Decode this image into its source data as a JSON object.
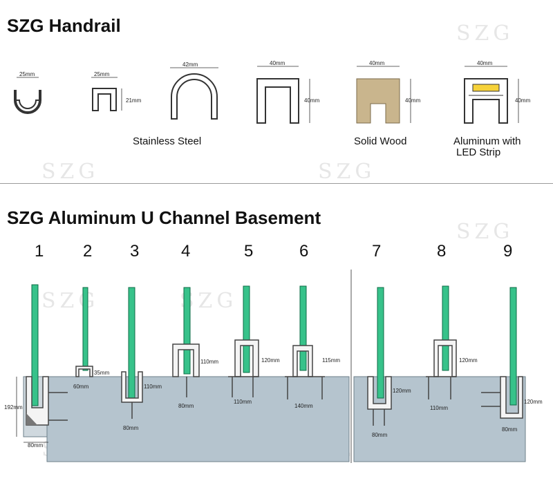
{
  "titles": {
    "handrail": "SZG Handrail",
    "basement": "SZG Aluminum U Channel Basement"
  },
  "watermark": "SZG",
  "handrail": {
    "profiles": [
      {
        "id": "round-small",
        "width": "25mm"
      },
      {
        "id": "square-small",
        "width": "25mm",
        "height": "21mm"
      },
      {
        "id": "round-large",
        "width": "42mm"
      },
      {
        "id": "square-large",
        "width": "40mm",
        "height": "40mm"
      },
      {
        "id": "wood",
        "width": "40mm",
        "height": "40mm"
      },
      {
        "id": "led",
        "width": "40mm",
        "height": "40mm"
      }
    ],
    "labels": {
      "stainless": "Stainless Steel",
      "wood": "Solid Wood",
      "led_line1": "Aluminum with",
      "led_line2": "LED Strip"
    }
  },
  "channels": [
    {
      "number": "1",
      "height": "192mm",
      "width": "80mm"
    },
    {
      "number": "2",
      "height": "35mm",
      "width": "60mm"
    },
    {
      "number": "3",
      "height": "110mm",
      "width": "80mm"
    },
    {
      "number": "4",
      "height": "110mm",
      "width": "80mm"
    },
    {
      "number": "5",
      "height": "120mm",
      "width": "110mm"
    },
    {
      "number": "6",
      "height": "115mm",
      "width": "140mm"
    },
    {
      "number": "7",
      "height": "120mm",
      "width": "80mm"
    },
    {
      "number": "8",
      "height": "120mm",
      "width": "110mm"
    },
    {
      "number": "9",
      "height": "120mm",
      "width": "80mm"
    }
  ],
  "colors": {
    "glass": "#37c28a",
    "glass_edge": "#0e6b45",
    "floor": "#b5c4ce",
    "floor_edge": "#6e7f8a",
    "wood": "#c9b58d",
    "led": "#f6d23a",
    "metal": "#444444"
  }
}
